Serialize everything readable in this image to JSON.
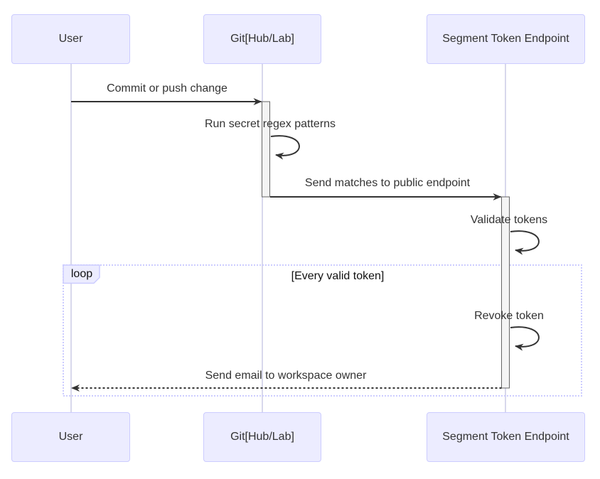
{
  "diagram": {
    "type": "sequence-diagram",
    "actors": [
      {
        "label": "User"
      },
      {
        "label": "Git[Hub/Lab]"
      },
      {
        "label": "Segment Token Endpoint"
      }
    ],
    "messages": [
      {
        "from": "User",
        "to": "Git[Hub/Lab]",
        "label": "Commit or push change",
        "line": "solid"
      },
      {
        "from": "Git[Hub/Lab]",
        "to": "Git[Hub/Lab]",
        "label": "Run secret regex patterns",
        "line": "self"
      },
      {
        "from": "Git[Hub/Lab]",
        "to": "Segment Token Endpoint",
        "label": "Send matches to public endpoint",
        "line": "solid"
      },
      {
        "from": "Segment Token Endpoint",
        "to": "Segment Token Endpoint",
        "label": "Validate tokens",
        "line": "self"
      },
      {
        "from": "Segment Token Endpoint",
        "to": "Segment Token Endpoint",
        "label": "Revoke token",
        "line": "self"
      },
      {
        "from": "Segment Token Endpoint",
        "to": "User",
        "label": "Send email to workspace owner",
        "line": "dashed"
      }
    ],
    "loop_frame": {
      "keyword": "loop",
      "condition": "[Every valid token]"
    },
    "colors": {
      "background": "#ffffff",
      "actor_fill": "#ECECFF",
      "actor_border": "#CCCCFF",
      "lifeline": "#CCCCE6",
      "activation_fill": "#F4F4F4",
      "activation_border": "#666666",
      "arrow": "#333333",
      "loop_border": "#CCCCFF",
      "label_box_fill": "#ECECFF",
      "text": "#333333",
      "loop_text": "#111111"
    }
  }
}
